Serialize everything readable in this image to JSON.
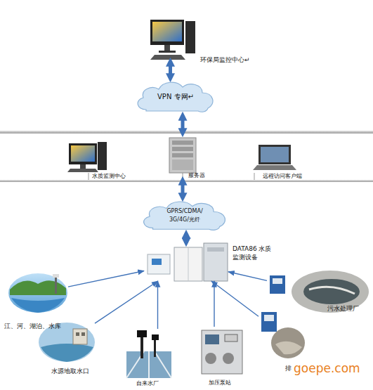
{
  "diagram": {
    "nodes": [
      {
        "text": [
          "环保局监控中心↵"
        ]
      },
      {
        "text": [
          "VPN 专网↵"
        ]
      },
      {
        "text": [
          "水质监测中心"
        ]
      },
      {
        "text": [
          "服务器"
        ]
      },
      {
        "text": [
          "远程访问客户端"
        ]
      },
      {
        "text": [
          "GPRS/CDMA/ 3G/4G/光纤"
        ]
      },
      {
        "text": [
          "DATA86 水质监测设备"
        ]
      },
      {
        "text": [
          "江、河、湖泊、水库"
        ]
      },
      {
        "text": [
          "水源地取水口"
        ]
      },
      {
        "text": [
          "自来水厂"
        ]
      },
      {
        "text": [
          "加压泵站"
        ]
      },
      {
        "text": [
          "排"
        ]
      },
      {
        "text": [
          "污水处理厂"
        ]
      }
    ],
    "edges": [
      {
        "from": 0,
        "to": 1,
        "arrow": "both"
      },
      {
        "from": 1,
        "to": 3,
        "arrow": "both"
      },
      {
        "from": 3,
        "to": 5,
        "arrow": "both"
      },
      {
        "from": 5,
        "to": 6,
        "arrow": "both"
      },
      {
        "from": 7,
        "to": 6,
        "arrow": "to"
      },
      {
        "from": 8,
        "to": 6,
        "arrow": "to"
      },
      {
        "from": 9,
        "to": 6,
        "arrow": "to"
      },
      {
        "from": 10,
        "to": 6,
        "arrow": "to"
      },
      {
        "from": 11,
        "to": 6,
        "arrow": "to"
      },
      {
        "from": 12,
        "to": 6,
        "arrow": "to"
      }
    ],
    "labels": [
      "goepe.com"
    ]
  }
}
